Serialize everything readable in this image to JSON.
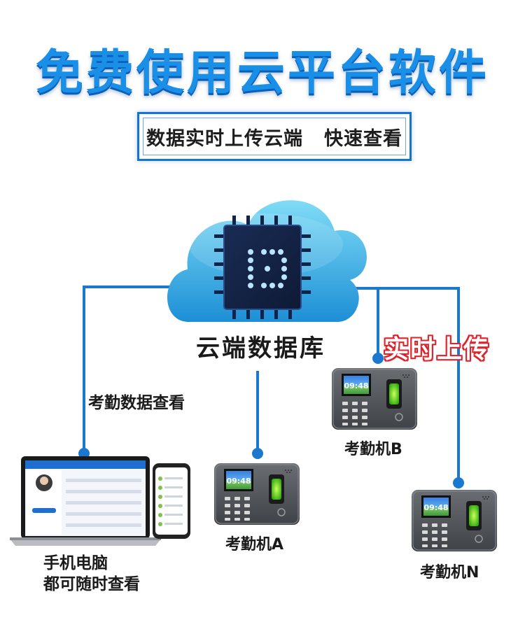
{
  "title": "免费使用云平台软件",
  "subtitle": {
    "part1": "数据实时上传云端",
    "part2": "快速查看"
  },
  "cloud_label": "云端数据库",
  "upload_label": "实时上传",
  "view_label": "考勤数据查看",
  "pc_label": {
    "line1": "手机电脑",
    "line2": "都可随时查看"
  },
  "devices": [
    {
      "label": "考勤机A",
      "time": "09:48"
    },
    {
      "label": "考勤机B",
      "time": "09:48"
    },
    {
      "label": "考勤机N",
      "time": "09:48"
    }
  ],
  "colors": {
    "title_blue": "#1a8fe8",
    "line_blue": "#1b78cf",
    "upload_red": "#e0222a",
    "device_body": "#55585c"
  }
}
